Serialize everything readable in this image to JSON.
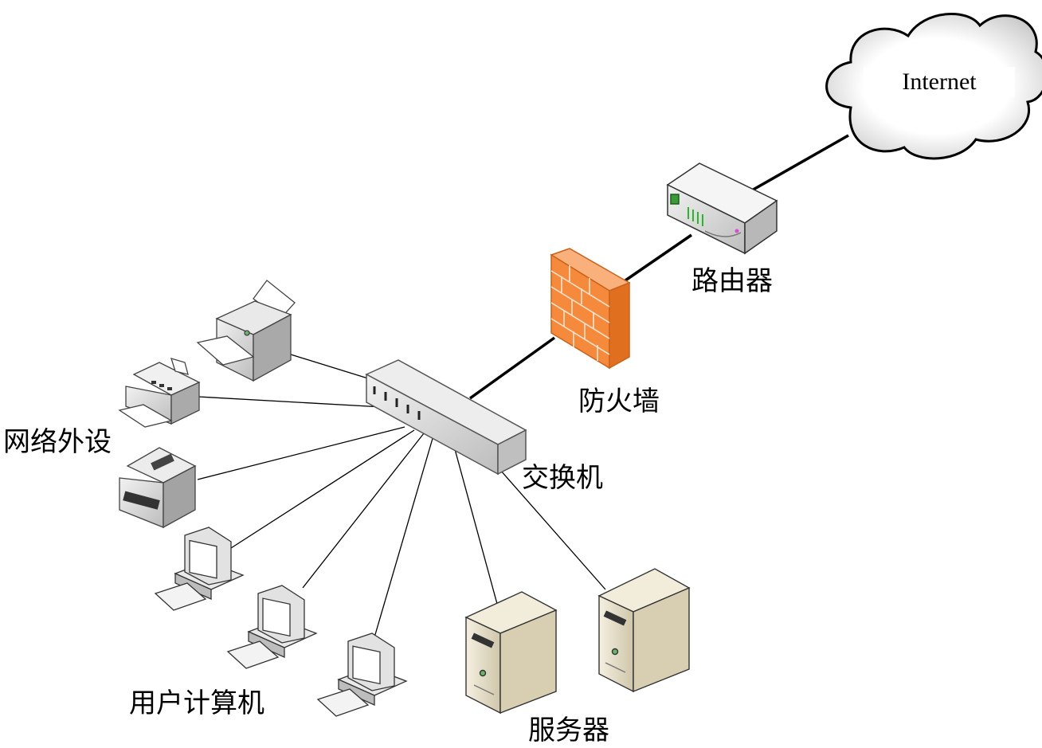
{
  "diagram": {
    "cloud_label": "Internet",
    "router_label": "路由器",
    "firewall_label": "防火墙",
    "switch_label": "交换机",
    "peripherals_label": "网络外设",
    "computers_label": "用户计算机",
    "servers_label": "服务器"
  },
  "colors": {
    "firewall": "#f58a3c",
    "server_body": "#e3dcc6",
    "device_gray": "#d9d9d9",
    "line": "#000000"
  },
  "icons": [
    "cloud-icon",
    "router-icon",
    "firewall-icon",
    "switch-icon",
    "printer-icon",
    "fax-icon",
    "computer-icon",
    "server-icon"
  ]
}
